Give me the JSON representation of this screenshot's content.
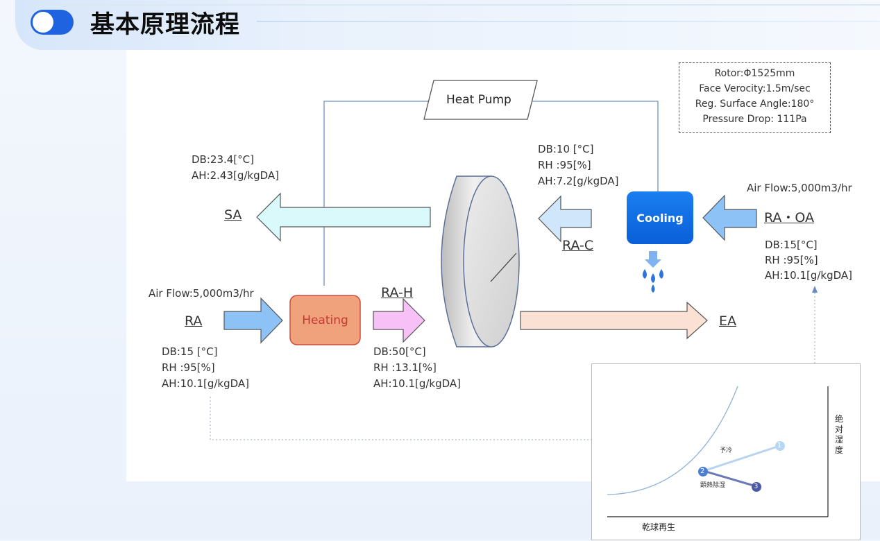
{
  "header": {
    "title": "基本原理流程"
  },
  "diagram": {
    "heat_pump": "Heat Pump",
    "specs": [
      "Rotor:Φ1525mm",
      "Face Verocity:1.5m/sec",
      "Reg. Surface Angle:180°",
      "Pressure Drop: 111Pa"
    ],
    "sa": {
      "label": "SA",
      "db": "DB:23.4[°C]",
      "ah": "AH:2.43[g/kgDA]"
    },
    "ra": {
      "label": "RA",
      "airflow": "Air Flow:5,000m3/hr",
      "db": "DB:15 [°C]",
      "rh": "RH :95[%]",
      "ah": "AH:10.1[g/kgDA]"
    },
    "heating": "Heating",
    "ra_h": {
      "label": "RA-H",
      "db": "DB:50[°C]",
      "rh": "RH :13.1[%]",
      "ah": "AH:10.1[g/kgDA]"
    },
    "ra_c": {
      "label": "RA-C",
      "db": "DB:10 [°C]",
      "rh": "RH :95[%]",
      "ah": "AH:7.2[g/kgDA]"
    },
    "cooling": "Cooling",
    "ra_oa": {
      "label": "RA・OA",
      "airflow": "Air Flow:5,000m3/hr",
      "db": "DB:15[°C]",
      "rh": "RH :95[%]",
      "ah": "AH:10.1[g/kgDA]"
    },
    "ea": {
      "label": "EA"
    }
  },
  "chart": {
    "y_label": [
      "绝",
      "对",
      "湿",
      "度"
    ],
    "x_label": "乾球再生",
    "annotations": {
      "precool": "予冷",
      "dehumid": "顕熱除湿"
    },
    "points": [
      "1",
      "2",
      "3"
    ]
  },
  "colors": {
    "accent": "#1f63e0",
    "cooling": "#0d6ae6",
    "heating": "#f0a27d",
    "sa_arrow": "#d9f9fb",
    "ra_arrow": "#8cc2f5",
    "rah_arrow": "#f7c0f6",
    "ea_arrow": "#fbe1d4"
  }
}
